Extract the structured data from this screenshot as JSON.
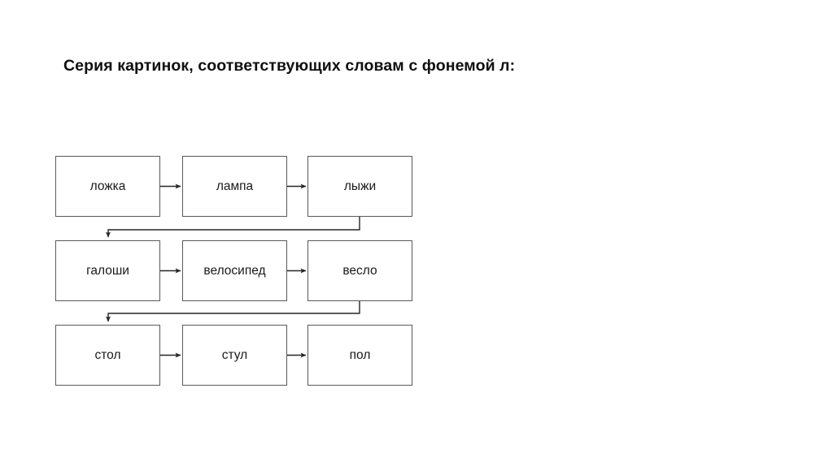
{
  "slide": {
    "title": "Серия картинок, соответствующих словам с фонемой л:",
    "background_color": "#ffffff",
    "text_color": "#101010"
  },
  "diagram": {
    "type": "flowchart",
    "box_border_color": "#595959",
    "box_fill_color": "#ffffff",
    "connector_color": "#262626",
    "rows": [
      {
        "row_label": "row-1",
        "nodes": [
          {
            "id": "n1",
            "label": "ложка"
          },
          {
            "id": "n2",
            "label": "лампа"
          },
          {
            "id": "n3",
            "label": "лыжи"
          }
        ]
      },
      {
        "row_label": "row-2",
        "nodes": [
          {
            "id": "n4",
            "label": "галоши"
          },
          {
            "id": "n5",
            "label": "велосипед"
          },
          {
            "id": "n6",
            "label": "весло"
          }
        ]
      },
      {
        "row_label": "row-3",
        "nodes": [
          {
            "id": "n7",
            "label": "стол"
          },
          {
            "id": "n8",
            "label": "стул"
          },
          {
            "id": "n9",
            "label": "пол"
          }
        ]
      }
    ],
    "connectors": [
      {
        "id": "a1",
        "from": "n1",
        "to": "n2",
        "kind": "arrow-right"
      },
      {
        "id": "a2",
        "from": "n2",
        "to": "n3",
        "kind": "arrow-right"
      },
      {
        "id": "a3",
        "from": "n3",
        "to": "n4",
        "kind": "elbow-down-left"
      },
      {
        "id": "a4",
        "from": "n4",
        "to": "n5",
        "kind": "arrow-right"
      },
      {
        "id": "a5",
        "from": "n5",
        "to": "n6",
        "kind": "arrow-right"
      },
      {
        "id": "a6",
        "from": "n6",
        "to": "n7",
        "kind": "elbow-down-left"
      },
      {
        "id": "a7",
        "from": "n7",
        "to": "n8",
        "kind": "arrow-right"
      },
      {
        "id": "a8",
        "from": "n8",
        "to": "n9",
        "kind": "arrow-right"
      }
    ]
  }
}
